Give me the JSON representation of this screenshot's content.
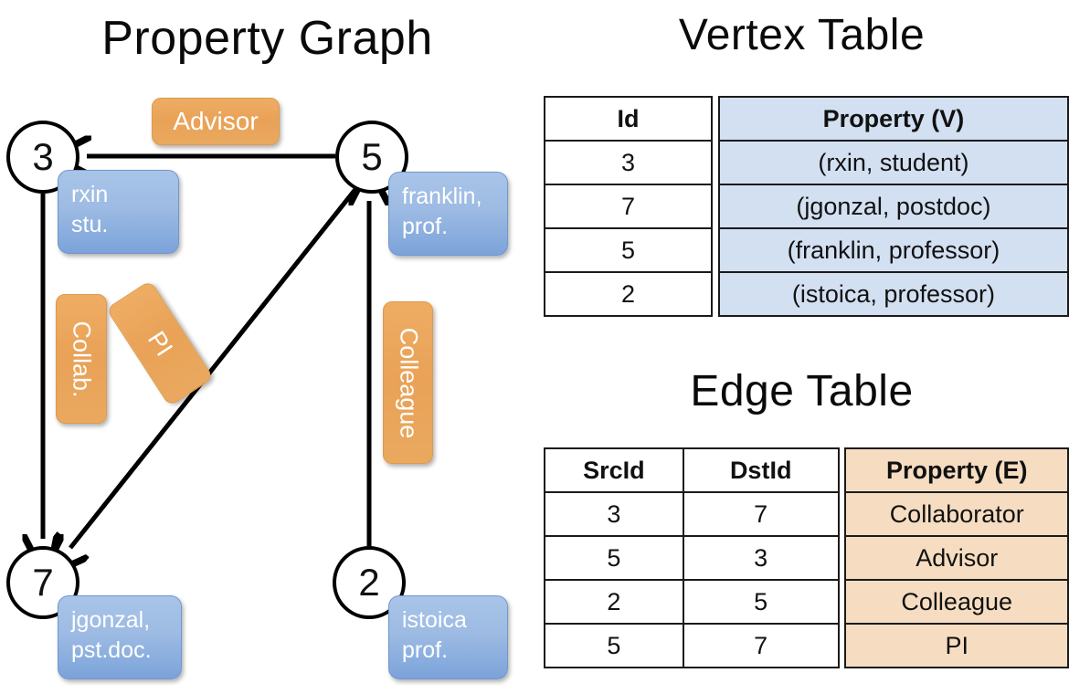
{
  "titles": {
    "property_graph": "Property Graph",
    "vertex_table": "Vertex Table",
    "edge_table": "Edge Table"
  },
  "graph": {
    "nodes": [
      {
        "id": "3",
        "label": "3",
        "property_line1": "rxin",
        "property_line2": "stu."
      },
      {
        "id": "5",
        "label": "5",
        "property_line1": "franklin,",
        "property_line2": "prof."
      },
      {
        "id": "7",
        "label": "7",
        "property_line1": "jgonzal,",
        "property_line2": "pst.doc."
      },
      {
        "id": "2",
        "label": "2",
        "property_line1": "istoica",
        "property_line2": "prof."
      }
    ],
    "edge_labels": [
      {
        "key": "advisor",
        "text": "Advisor",
        "orientation": "horizontal"
      },
      {
        "key": "collab",
        "text": "Collab.",
        "orientation": "vertical"
      },
      {
        "key": "pi",
        "text": "PI",
        "orientation": "vertical-tilted"
      },
      {
        "key": "colleague",
        "text": "Colleague",
        "orientation": "vertical"
      }
    ],
    "edges": [
      {
        "from": "5",
        "to": "3",
        "label": "Advisor"
      },
      {
        "from": "3",
        "to": "7",
        "label": "Collab."
      },
      {
        "from": "5",
        "to": "7",
        "label": "PI"
      },
      {
        "from": "2",
        "to": "5",
        "label": "Colleague"
      }
    ]
  },
  "vertex_table": {
    "headers": [
      "Id",
      "Property (V)"
    ],
    "rows": [
      {
        "id": "3",
        "property": "(rxin, student)"
      },
      {
        "id": "7",
        "property": "(jgonzal, postdoc)"
      },
      {
        "id": "5",
        "property": "(franklin, professor)"
      },
      {
        "id": "2",
        "property": "(istoica, professor)"
      }
    ]
  },
  "edge_table": {
    "headers": [
      "SrcId",
      "DstId",
      "Property (E)"
    ],
    "rows": [
      {
        "src": "3",
        "dst": "7",
        "property": "Collaborator"
      },
      {
        "src": "5",
        "dst": "3",
        "property": "Advisor"
      },
      {
        "src": "2",
        "dst": "5",
        "property": "Colleague"
      },
      {
        "src": "5",
        "dst": "7",
        "property": "PI"
      }
    ]
  },
  "colors": {
    "vertex_property_fill": "#d3e0f2",
    "edge_property_fill": "#f6ddc1",
    "node_property_box": "#9dbbe3",
    "edge_label_box": "#e9a257",
    "stroke": "#000000",
    "background": "#ffffff"
  }
}
